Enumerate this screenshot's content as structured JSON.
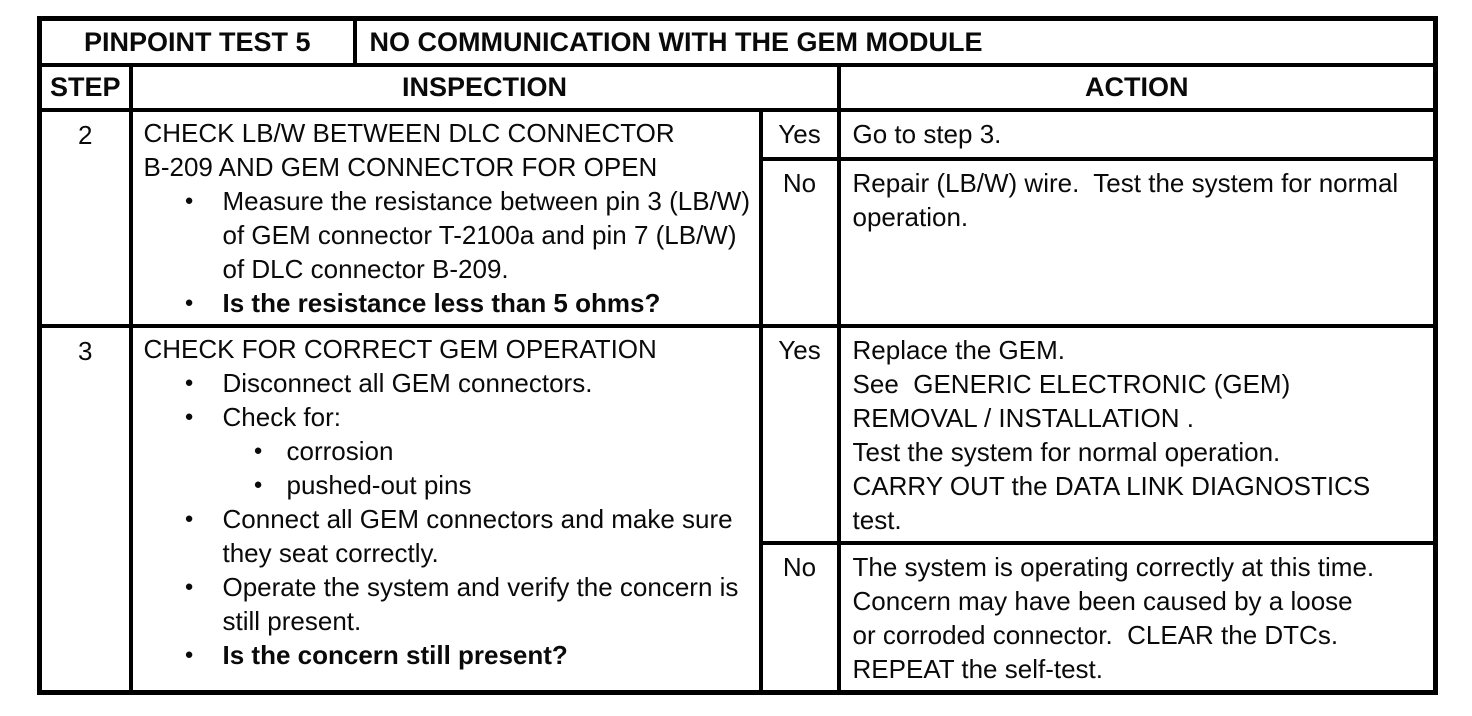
{
  "table": {
    "header": {
      "test_label": "PINPOINT TEST 5",
      "test_title": "NO COMMUNICATION WITH THE GEM MODULE"
    },
    "columns": {
      "step": "STEP",
      "inspection": "INSPECTION",
      "action": "ACTION"
    },
    "steps": [
      {
        "step": "2",
        "inspection": {
          "heading_lines": [
            "CHECK LB/W BETWEEN DLC CONNECTOR",
            "B-209 AND GEM CONNECTOR FOR OPEN"
          ],
          "bullets": [
            {
              "level": 1,
              "bold": false,
              "lines": [
                "Measure the resistance between pin 3 (LB/W)",
                "of GEM connector T-2100a and pin 7 (LB/W)",
                "of DLC connector B-209."
              ]
            },
            {
              "level": 1,
              "bold": true,
              "lines": [
                "Is the resistance less than 5 ohms?"
              ]
            }
          ]
        },
        "branches": [
          {
            "answer": "Yes",
            "action_lines": [
              "Go to step 3."
            ]
          },
          {
            "answer": "No",
            "action_lines": [
              "Repair (LB/W) wire.  Test the system for normal",
              "operation."
            ]
          }
        ]
      },
      {
        "step": "3",
        "inspection": {
          "heading_lines": [
            "CHECK FOR CORRECT GEM OPERATION"
          ],
          "bullets": [
            {
              "level": 1,
              "bold": false,
              "lines": [
                "Disconnect all GEM connectors."
              ]
            },
            {
              "level": 1,
              "bold": false,
              "lines": [
                "Check for:"
              ]
            },
            {
              "level": 2,
              "bold": false,
              "lines": [
                "corrosion"
              ]
            },
            {
              "level": 2,
              "bold": false,
              "lines": [
                "pushed-out pins"
              ]
            },
            {
              "level": 1,
              "bold": false,
              "lines": [
                "Connect all GEM connectors and make sure",
                "they seat correctly."
              ]
            },
            {
              "level": 1,
              "bold": false,
              "lines": [
                "Operate the system and verify the concern is",
                "still present."
              ]
            },
            {
              "level": 1,
              "bold": true,
              "lines": [
                "Is the concern still present?"
              ]
            }
          ]
        },
        "branches": [
          {
            "answer": "Yes",
            "action_lines": [
              "Replace the GEM.",
              "See  GENERIC ELECTRONIC (GEM)",
              "REMOVAL / INSTALLATION .",
              "Test the system for normal operation.",
              "CARRY OUT the DATA LINK DIAGNOSTICS",
              "test."
            ]
          },
          {
            "answer": "No",
            "action_lines": [
              "The system is operating correctly at this time.",
              "Concern may have been caused by a loose",
              "or corroded connector.  CLEAR the DTCs.",
              "REPEAT the self-test."
            ]
          }
        ]
      }
    ]
  }
}
